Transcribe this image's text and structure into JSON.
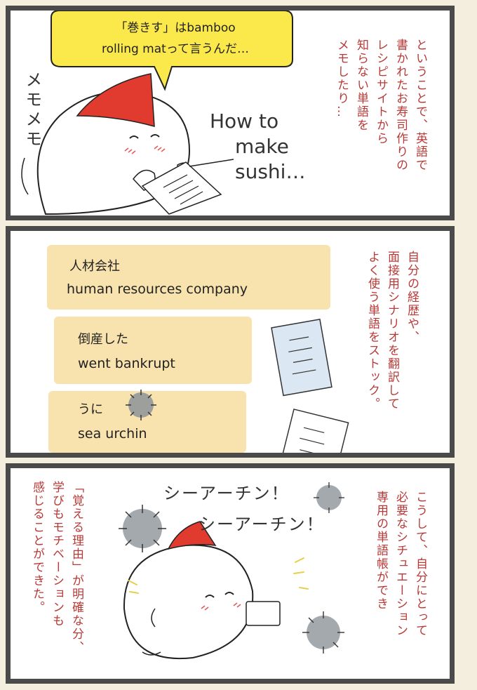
{
  "panel1": {
    "bubble_line1": "「巻きす」はbamboo",
    "bubble_line2": "rolling matって言うんだ…",
    "narration": "ということで、英語で\n書かれたお寿司作りの\nレシピサイトから\n知らない単語を\nメモしたり…",
    "note_written": [
      "How to",
      "make",
      "sushi…"
    ],
    "sfx": "メモメモ"
  },
  "panel2": {
    "cards": [
      {
        "ja": "人材会社",
        "en": "human resources company"
      },
      {
        "ja": "倒産した",
        "en": "went bankrupt"
      },
      {
        "ja": "うに",
        "en": "sea urchin"
      }
    ],
    "narration": "自分の経歴や、\n面接用シナリオを翻訳して\nよく使う単語をストック。"
  },
  "panel3": {
    "shout_line1": "シーアーチン！",
    "shout_line2": "シーアーチン！",
    "narration_right": "こうして、自分にとって\n必要なシチュエーション\n専用の単語帳ができ",
    "narration_left": "「覚える理由」が明確な分、\n学びもモチベーションも\n感じることができた。"
  },
  "colors": {
    "narration": "#b83a37",
    "card": "#f8e3ae",
    "bubble": "#fbe84a",
    "hat": "#e13a2e",
    "frame": "#4a4a4a",
    "background": "#f3eedd"
  }
}
